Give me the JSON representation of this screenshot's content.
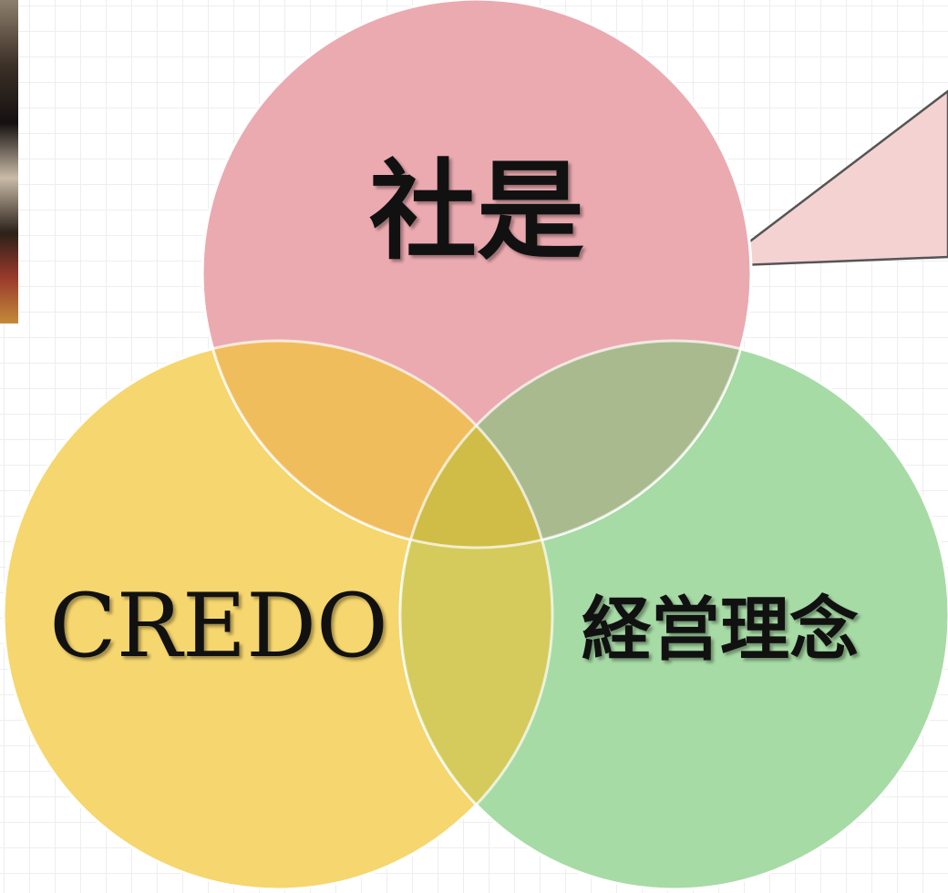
{
  "diagram": {
    "type": "venn",
    "circles": [
      {
        "id": "top",
        "label": "社是",
        "color": "#ebaab0"
      },
      {
        "id": "left",
        "label": "CREDO",
        "color": "#f6d66e"
      },
      {
        "id": "right",
        "label": "経営理念",
        "color": "#a7dba5"
      }
    ],
    "overlap_colors": {
      "top_left": "#f0bd5c",
      "top_right": "#a9bb8e",
      "left_right": "#d4cb5c",
      "center": "#cfbd48"
    },
    "callout_color": "#f5d2d2",
    "callout_stroke": "#555555"
  }
}
